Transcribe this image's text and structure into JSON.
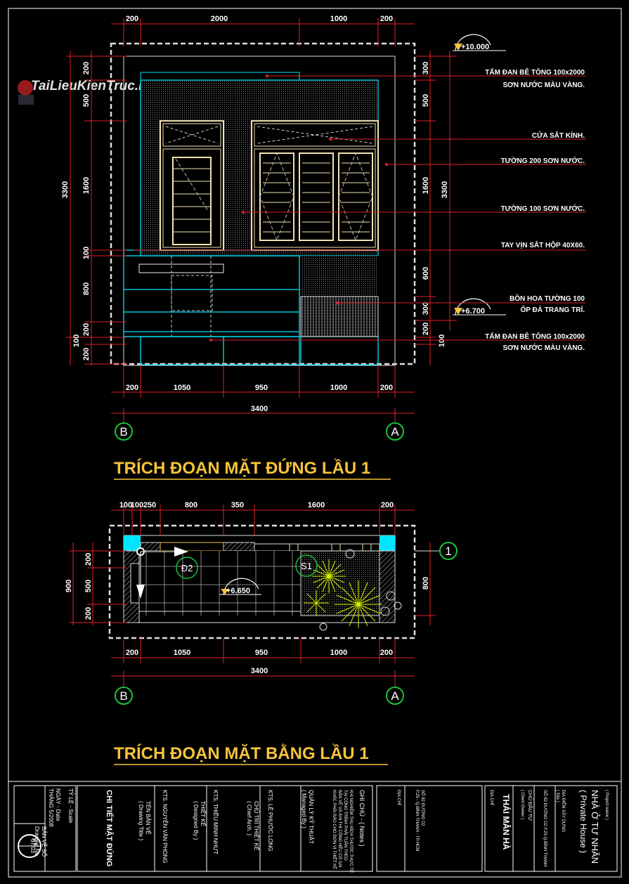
{
  "watermark": "TaiLieuKienTruc.Net",
  "colors": {
    "red": "#e0202a",
    "cyan": "#00e5ff",
    "yellow": "#f6c33a",
    "white": "#ffffff",
    "green": "#19c23b",
    "gray": "#cfcfcf"
  },
  "elevation": {
    "title": "TRÍCH ĐOẠN MẶT ĐỨNG LẦU 1",
    "top_dims": [
      "200",
      "2000",
      "1000",
      "200"
    ],
    "bottom_dims": [
      "200",
      "1050",
      "950",
      "1000",
      "200"
    ],
    "total_dim": "3400",
    "left_dims": [
      "200",
      "500",
      "1600",
      "100",
      "800",
      "200",
      "100",
      "200"
    ],
    "left_total": "3300",
    "right_dims": [
      "300",
      "500",
      "1600",
      "600",
      "300",
      "200",
      "100"
    ],
    "right_total": "3300",
    "level_top": "+10.000",
    "level_mid": "+6.700",
    "grids": [
      "B",
      "A"
    ],
    "notes": [
      "TẤM ĐAN BÊ TÔNG 100x2000",
      "SƠN NƯỚC MÀU VÀNG.",
      "CỬA SẮT KÍNH.",
      "TƯỜNG 200 SƠN NƯỚC.",
      "TƯỜNG 100 SƠN NƯỚC.",
      "TAY VỊN SẮT HỘP 40X60.",
      "BỒN HOA TƯỜNG 100",
      "ỐP ĐÁ TRANG TRÍ.",
      "TẤM ĐAN BÊ TÔNG 100x2000",
      "SƠN NƯỚC MÀU VÀNG."
    ]
  },
  "plan": {
    "title": "TRÍCH ĐOẠN MẶT BẰNG LẦU 1",
    "top_dims": [
      "100",
      "100",
      "250",
      "800",
      "350",
      "1600",
      "200"
    ],
    "bottom_dims": [
      "200",
      "1050",
      "950",
      "1000",
      "200"
    ],
    "total_dim": "3400",
    "left_dims": [
      "200",
      "500",
      "200"
    ],
    "left_total": "900",
    "right_dim": "800",
    "level": "+6.650",
    "tags": [
      "Đ2",
      "S1"
    ],
    "grids": [
      "B",
      "A",
      "1"
    ]
  },
  "title_block": {
    "scale_label": "TỶ LỆ - Scale",
    "date_label": "NGÀY - Date",
    "date_value": "THÁNG 5/2008",
    "sheet_label": "BẢN VẼ SỐ",
    "sheet_label_en": "Drawing No.",
    "sheet_code_1": "KT",
    "sheet_code_2": "07/03",
    "drawing_name": "CHI TIẾT MẶT ĐỨNG",
    "drawing_title_label": "TÊN BẢN VẼ",
    "drawing_title_en": "( Drawing Title )",
    "person_1": "KTS. NGUYỄN VĂN PHONG",
    "person_2": "KTS. THIỀU MINH NHỰT",
    "person_2_role": "THIẾT KẾ",
    "person_2_role_en": "( Designed By )",
    "person_3": "KTS. LÊ PHƯỚC LONG",
    "person_3_role": "CHỦ TRÌ THIẾT KẾ",
    "person_3_role_en": "( Chief Arch. )",
    "person_4_role": "QUẢN LÝ KỸ THUẬT",
    "person_4_role_en": "( Managed By )",
    "notes_label": "GHI CHÚ - ( Notes )",
    "notes_lines": [
      "KHI NGHIỆM THU KÍCH THƯỚC THỰC TẾ",
      "TẠI CÔNG TRÌNH PHẢI TUÂN THEO",
      "BẢN VẼ VÀ KHI THI CÔNG NẾU CÓ SAI",
      "KHÁC PHẢI BÁO CHO ĐƠN VỊ THIẾT KẾ"
    ],
    "address_label": "ĐỊA CHỈ",
    "address_lines": [
      "SỐ 82 ĐƯỜNG D2",
      "P.25 - Q.BÌNH THẠNH - TP.HCM"
    ],
    "owner_label": "ĐỊA CHỈ",
    "owner_name": "THÁI MẪN HÀ",
    "owner_role": "CHỦ ĐẦU TƯ",
    "owner_role_en": "( Client Owner )",
    "site_label": "ĐỊA ĐIỂM XÂY DỰNG",
    "site_label_en": "( Site )",
    "site_value": "SỐ 82 ĐƯỜNG D2 P.25 Q.BÌNH THẠNH",
    "project_label": "( Project name )",
    "project_name": "NHÀ Ở TƯ NHÂN",
    "project_name_en": "( Private House )"
  }
}
